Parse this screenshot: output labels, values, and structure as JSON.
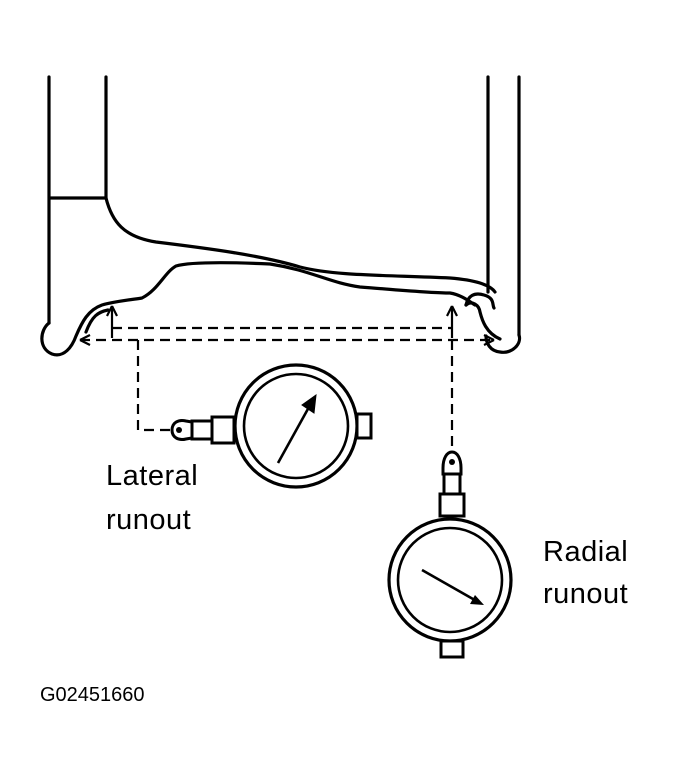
{
  "labels": {
    "lateral_runout_line1": "Lateral",
    "lateral_runout_line2": "runout",
    "radial_runout_line1": "Radial",
    "radial_runout_line2": "runout",
    "figure_code": "G02451660"
  },
  "colors": {
    "ink": "#000000",
    "background": "#ffffff"
  },
  "icons": {
    "lateral_gauge": "dial-indicator-icon",
    "radial_gauge": "dial-indicator-icon"
  }
}
